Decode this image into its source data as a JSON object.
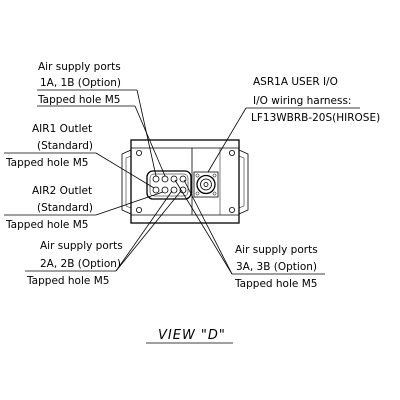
{
  "drawing": {
    "callouts": {
      "ports_1a_1b": {
        "line1": "Air supply ports",
        "line2": "1A, 1B (Option)",
        "line3": "Tapped hole M5"
      },
      "asr1a": {
        "line1": "ASR1A USER I/O",
        "line2": "I/O wiring harness:",
        "line3": "LF13WBRB-20S(HIROSE)"
      },
      "air1_outlet": {
        "line1": "AIR1 Outlet",
        "line2": "(Standard)",
        "line3": "Tapped hole M5"
      },
      "air2_outlet": {
        "line1": "AIR2 Outlet",
        "line2": "(Standard)",
        "line3": "Tapped hole M5"
      },
      "ports_2a_2b": {
        "line1": "Air supply ports",
        "line2": "2A, 2B (Option)",
        "line3": "Tapped hole M5"
      },
      "ports_3a_3b": {
        "line1": "Air supply ports",
        "line2": "3A, 3B (Option)",
        "line3": "Tapped hole M5"
      }
    },
    "view_label": "VIEW \"D\""
  }
}
